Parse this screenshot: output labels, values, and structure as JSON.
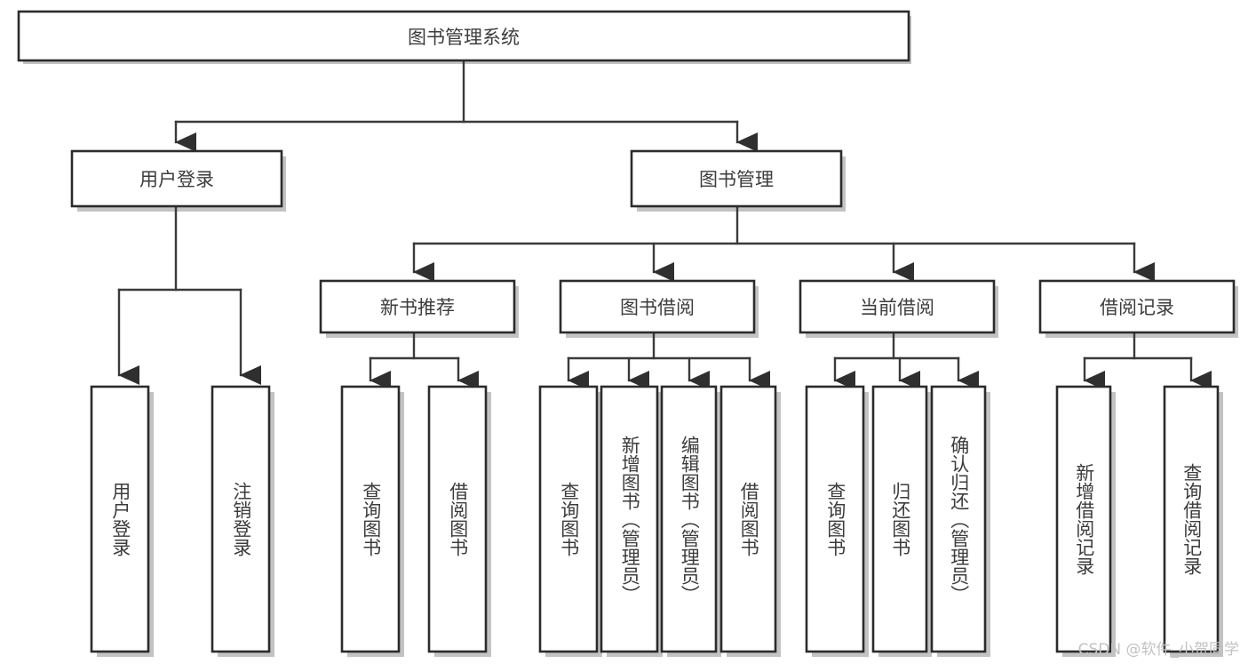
{
  "diagram": {
    "title": "图书管理系统",
    "type": "hierarchy-tree",
    "orientation": "top-down",
    "nodes": {
      "root": {
        "label": "图书管理系统",
        "level": 1,
        "text_orientation": "horizontal"
      },
      "l2": [
        {
          "label": "用户登录",
          "level": 2,
          "text_orientation": "horizontal"
        },
        {
          "label": "图书管理",
          "level": 2,
          "text_orientation": "horizontal"
        }
      ],
      "l3": [
        {
          "label": "新书推荐",
          "level": 3,
          "text_orientation": "horizontal"
        },
        {
          "label": "图书借阅",
          "level": 3,
          "text_orientation": "horizontal"
        },
        {
          "label": "当前借阅",
          "level": 3,
          "text_orientation": "horizontal"
        },
        {
          "label": "借阅记录",
          "level": 3,
          "text_orientation": "horizontal"
        }
      ],
      "leaves": [
        {
          "label": "用户登录",
          "parent": "用户登录",
          "text_orientation": "vertical"
        },
        {
          "label": "注销登录",
          "parent": "用户登录",
          "text_orientation": "vertical"
        },
        {
          "label": "查询图书",
          "parent": "新书推荐",
          "text_orientation": "vertical"
        },
        {
          "label": "借阅图书",
          "parent": "新书推荐",
          "text_orientation": "vertical"
        },
        {
          "label": "查询图书",
          "parent": "图书借阅",
          "text_orientation": "vertical"
        },
        {
          "label": "新增图书（管理员）",
          "parent": "图书借阅",
          "text_orientation": "vertical"
        },
        {
          "label": "编辑图书（管理员）",
          "parent": "图书借阅",
          "text_orientation": "vertical"
        },
        {
          "label": "借阅图书",
          "parent": "图书借阅",
          "text_orientation": "vertical"
        },
        {
          "label": "查询图书",
          "parent": "当前借阅",
          "text_orientation": "vertical"
        },
        {
          "label": "归还图书",
          "parent": "当前借阅",
          "text_orientation": "vertical"
        },
        {
          "label": "确认归还（管理员）",
          "parent": "当前借阅",
          "text_orientation": "vertical"
        },
        {
          "label": "新增借阅记录",
          "parent": "借阅记录",
          "text_orientation": "vertical"
        },
        {
          "label": "查询借阅记录",
          "parent": "借阅记录",
          "text_orientation": "vertical"
        }
      ]
    },
    "colors": {
      "box_fill": "#ffffff",
      "box_stroke": "#2b2b2b",
      "connector": "#3a3a3a",
      "text": "#3c3c3c",
      "watermark": "#c2c2c2",
      "background": "#ffffff"
    }
  },
  "watermark": {
    "text": "CSDN @软件_小贺同学"
  }
}
